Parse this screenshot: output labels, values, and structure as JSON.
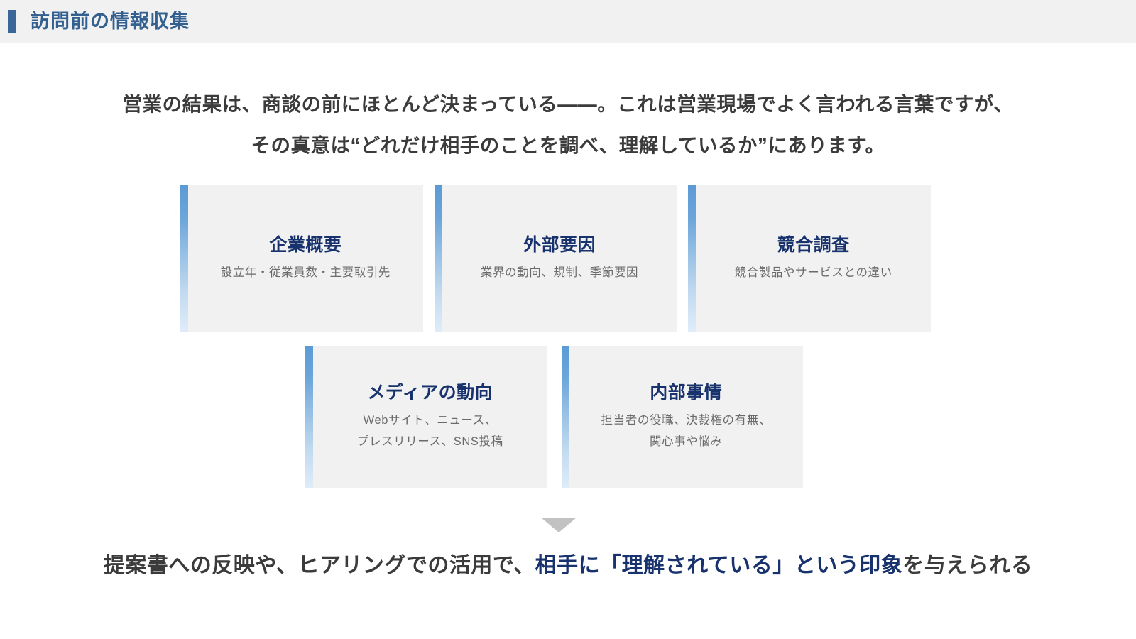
{
  "header": {
    "title": "訪問前の情報収集",
    "accent_color": "#3a6698",
    "title_color": "#33608f",
    "background": "#f1f1f1"
  },
  "lead": {
    "line1": "営業の結果は、商談の前にほとんど決まっている――。これは営業現場でよく言われる言葉ですが、",
    "line2": "その真意は“どれだけ相手のことを調べ、理解しているか”にあります。"
  },
  "cards": {
    "accent_gradient_from": "#5b9bd5",
    "accent_gradient_to": "#dfecf9",
    "body_background": "#f1f1f1",
    "title_color": "#17326c",
    "desc_color": "#6b6b6b",
    "top_row": [
      {
        "title": "企業概要",
        "desc_line1": "設立年・従業員数・主要取引先",
        "desc_line2": ""
      },
      {
        "title": "外部要因",
        "desc_line1": "業界の動向、規制、季節要因",
        "desc_line2": ""
      },
      {
        "title": "競合調査",
        "desc_line1": "競合製品やサービスとの違い",
        "desc_line2": ""
      }
    ],
    "bottom_row": [
      {
        "title": "メディアの動向",
        "desc_line1": "Webサイト、ニュース、",
        "desc_line2": "プレスリリース、SNS投稿"
      },
      {
        "title": "内部事情",
        "desc_line1": "担当者の役職、決裁権の有無、",
        "desc_line2": "関心事や悩み"
      }
    ]
  },
  "arrow": {
    "icon": "triangle-down-icon",
    "color": "#c2c2c2"
  },
  "conclusion": {
    "segment1": "提案書への反映や、ヒアリングでの活用で、",
    "segment2": "相手に「理解されている」という印象",
    "segment3": "を与えられる",
    "plain_color": "#3b3b3b",
    "accent_color": "#17326c"
  }
}
